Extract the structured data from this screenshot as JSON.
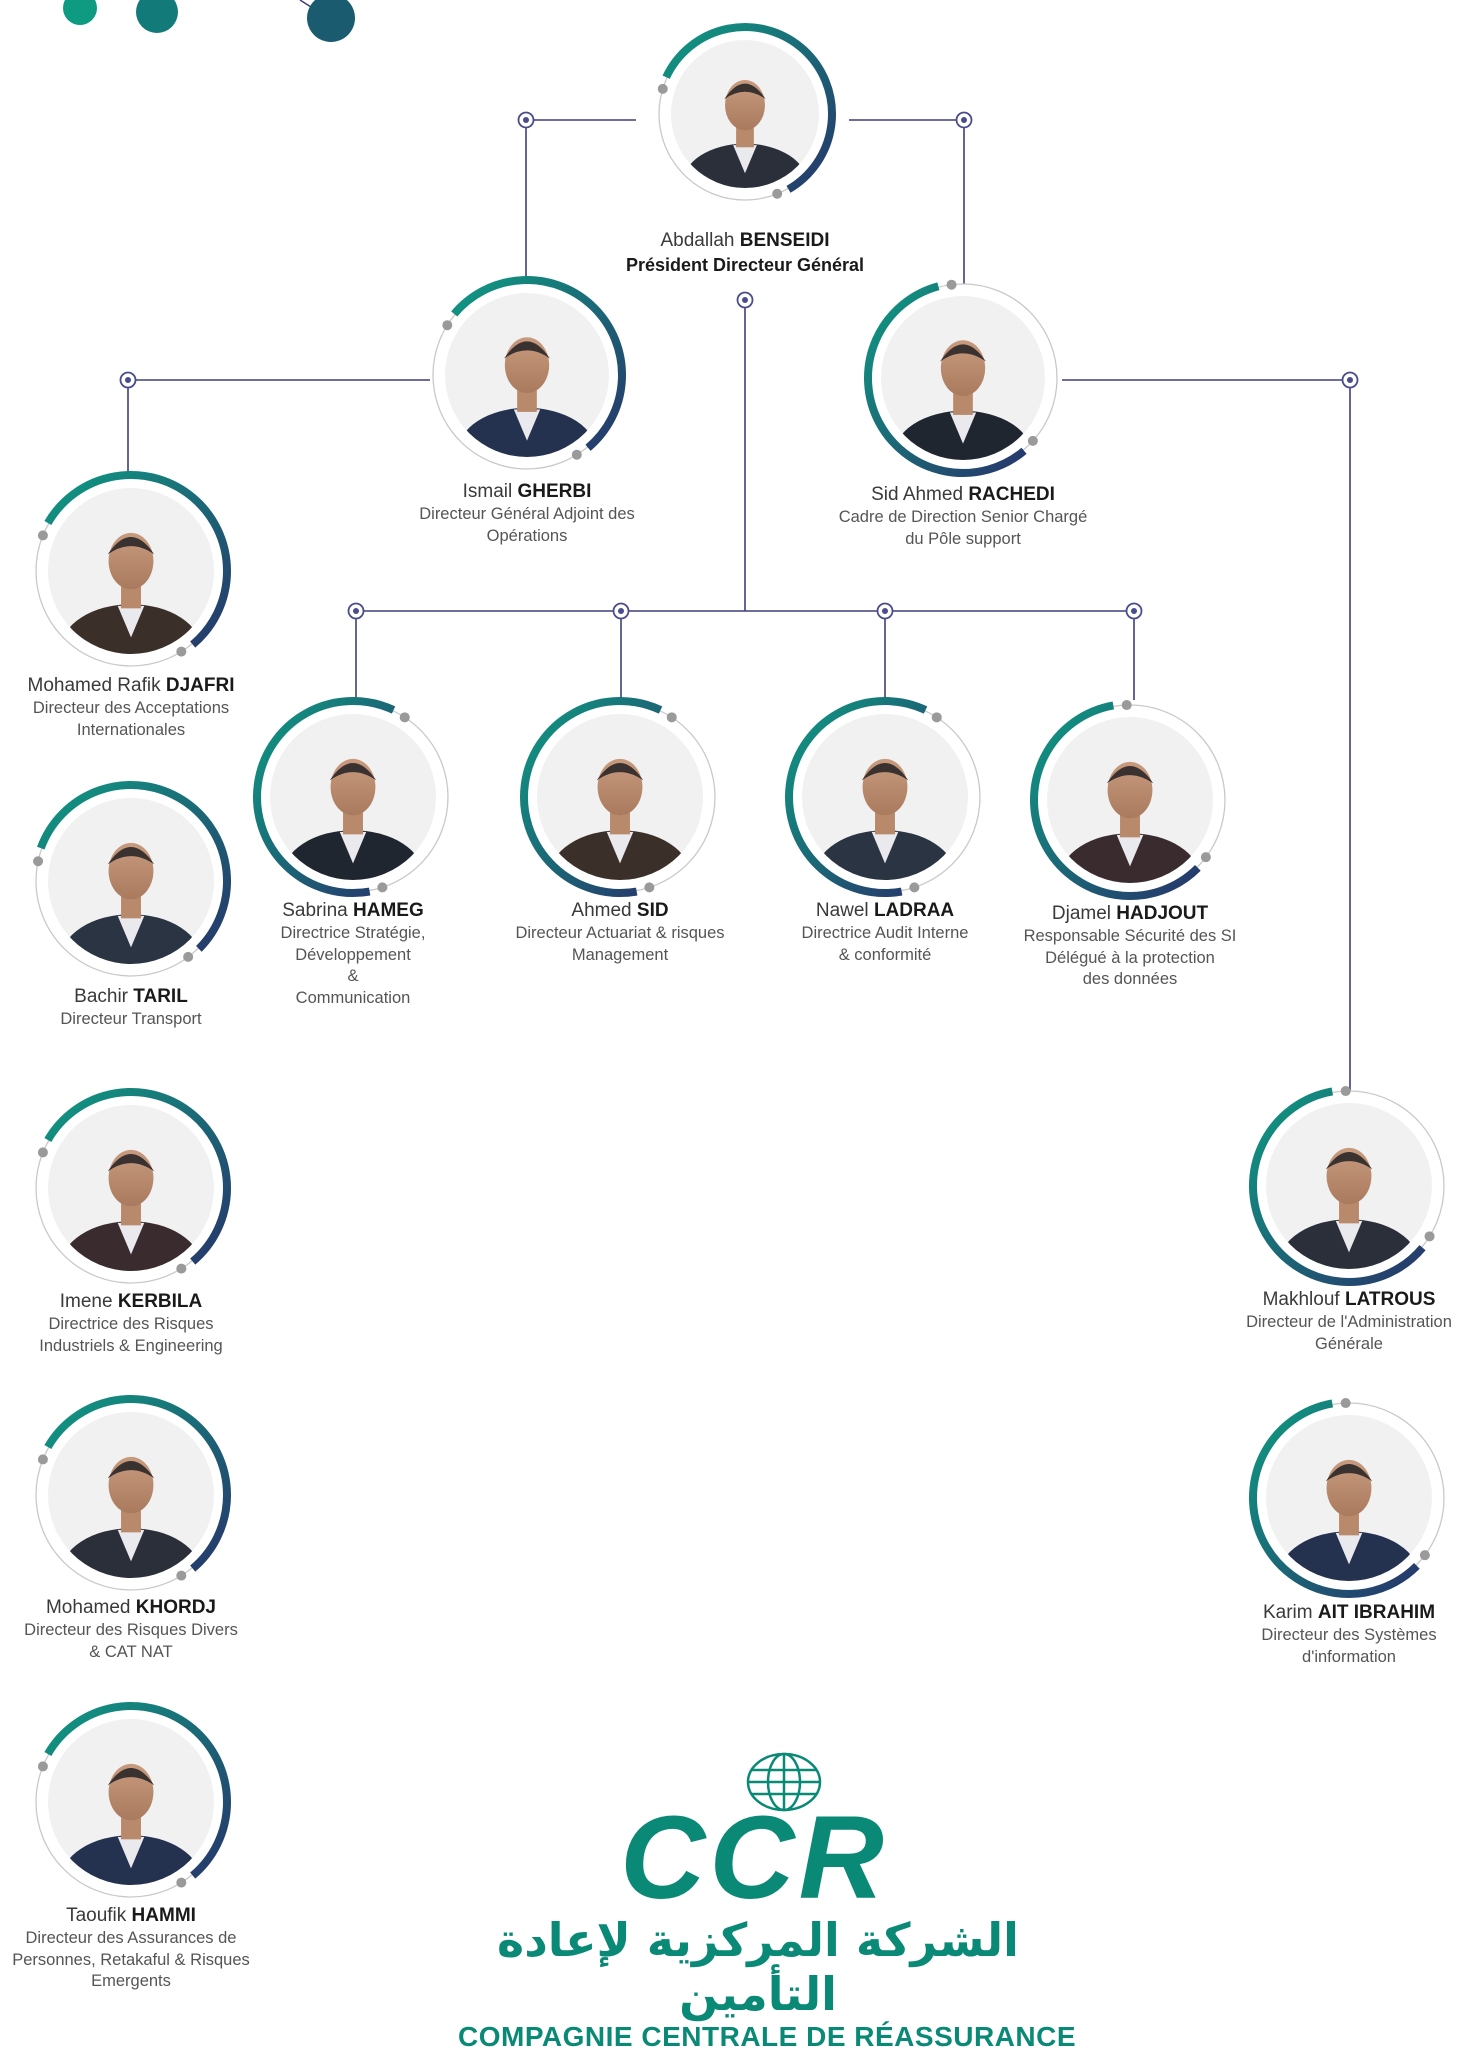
{
  "people": [
    {
      "id": "ceo",
      "first": "Abdallah",
      "last": "BENSEIDI",
      "role": [
        "Président Directeur Général"
      ],
      "highlight": true
    },
    {
      "id": "gherbi",
      "first": "Ismail",
      "last": "GHERBI",
      "role": [
        "Directeur Général Adjoint des",
        "Opérations"
      ]
    },
    {
      "id": "rachedi",
      "first": "Sid Ahmed",
      "last": "RACHEDI",
      "role": [
        "Cadre de Direction Senior Chargé",
        "du Pôle support"
      ]
    },
    {
      "id": "djafri",
      "first": "Mohamed Rafik",
      "last": "DJAFRI",
      "role": [
        "Directeur des Acceptations",
        "Internationales"
      ]
    },
    {
      "id": "taril",
      "first": "Bachir",
      "last": "TARIL",
      "role": [
        "Directeur Transport"
      ]
    },
    {
      "id": "kerbila",
      "first": "Imene",
      "last": "KERBILA",
      "role": [
        "Directrice des Risques",
        "Industriels & Engineering"
      ]
    },
    {
      "id": "khordj",
      "first": "Mohamed",
      "last": "KHORDJ",
      "role": [
        "Directeur des Risques Divers",
        "& CAT NAT"
      ]
    },
    {
      "id": "hammi",
      "first": "Taoufik",
      "last": "HAMMI",
      "role": [
        "Directeur des Assurances de",
        "Personnes, Retakaful & Risques",
        "Emergents"
      ]
    },
    {
      "id": "hameg",
      "first": "Sabrina",
      "last": "HAMEG",
      "role": [
        "Directrice Stratégie,",
        "Développement",
        "&",
        "Communication"
      ]
    },
    {
      "id": "sid",
      "first": "Ahmed",
      "last": "SID",
      "role": [
        "Directeur Actuariat & risques",
        "Management"
      ]
    },
    {
      "id": "ladraa",
      "first": "Nawel",
      "last": "LADRAA",
      "role": [
        "Directrice Audit Interne",
        "& conformité"
      ]
    },
    {
      "id": "hadjout",
      "first": "Djamel",
      "last": "HADJOUT",
      "role": [
        "Responsable Sécurité des SI",
        "Délégué à la protection",
        "des données"
      ]
    },
    {
      "id": "latrous",
      "first": "Makhlouf",
      "last": "LATROUS",
      "role": [
        "Directeur de l'Administration",
        "Générale"
      ]
    },
    {
      "id": "aitibrahim",
      "first": "Karim",
      "last": "AIT IBRAHIM",
      "role": [
        "Directeur des Systèmes",
        "d'information"
      ]
    }
  ],
  "logo": {
    "mark": "CCR",
    "arabic": "الشركة المركزية لإعادة التأمين",
    "french": "COMPAGNIE CENTRALE DE RÉASSURANCE"
  },
  "colors": {
    "teal": "#0f9a82",
    "navy": "#27366b",
    "line": "#3d3f7a",
    "node": "#4a4c8c",
    "ring": "#c9c9c9",
    "dot": "#9a9a9a",
    "brand": "#0a8a76"
  }
}
